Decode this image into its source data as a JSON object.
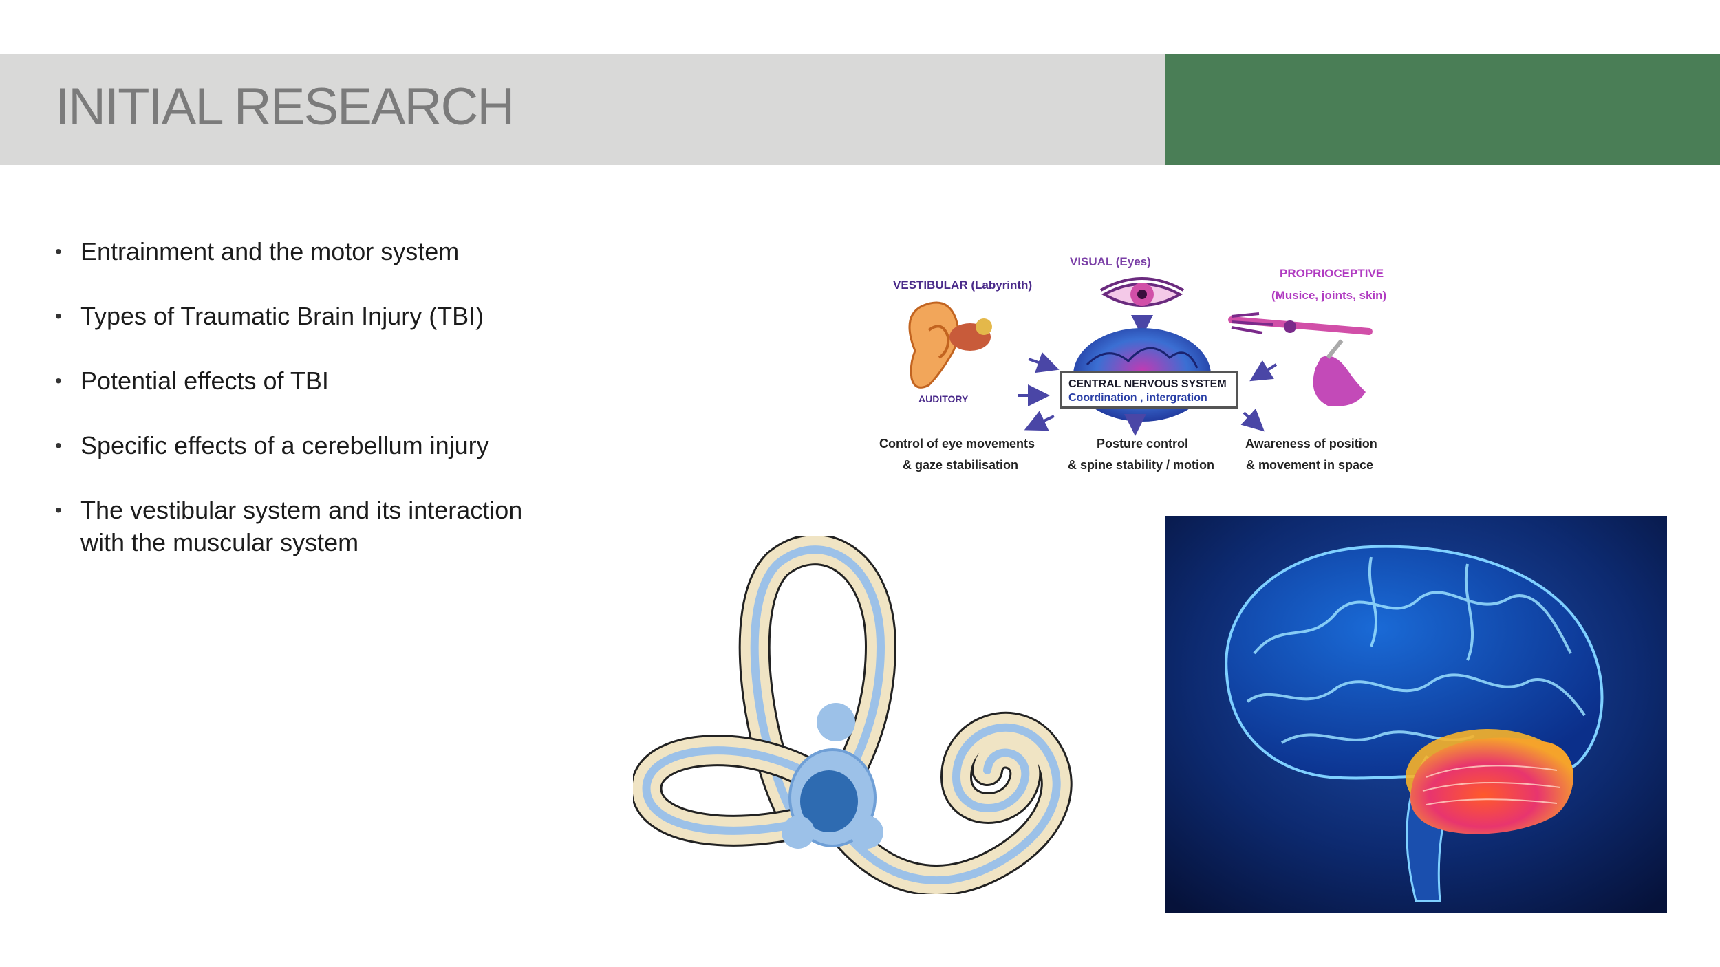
{
  "slide": {
    "title": "INITIAL RESEARCH",
    "colors": {
      "header_bg": "#d9d9d8",
      "accent": "#4a7e56",
      "title": "#7b7b7b"
    }
  },
  "bullets": [
    {
      "text": "Entrainment and the motor system"
    },
    {
      "text": "Types of Traumatic Brain Injury (TBI)"
    },
    {
      "text": "Potential effects of TBI"
    },
    {
      "text": "Specific effects of a cerebellum injury"
    },
    {
      "text": "The vestibular system and its interaction with the muscular system"
    }
  ],
  "diagram": {
    "visual": "VISUAL (Eyes)",
    "vestibular": "VESTIBULAR (Labyrinth)",
    "proprioceptive": "PROPRIOCEPTIVE",
    "proprioceptive_sub": "(Musice, joints, skin)",
    "auditory": "AUDITORY",
    "cns_title": "CENTRAL NERVOUS SYSTEM",
    "cns_sub": "Coordination , intergration",
    "out1_line1": "Control of eye movements",
    "out1_line2": "& gaze stabilisation",
    "out2_line1": "Posture control",
    "out2_line2": "& spine stability / motion",
    "out3_line1": "Awareness of position",
    "out3_line2": "& movement in space"
  }
}
